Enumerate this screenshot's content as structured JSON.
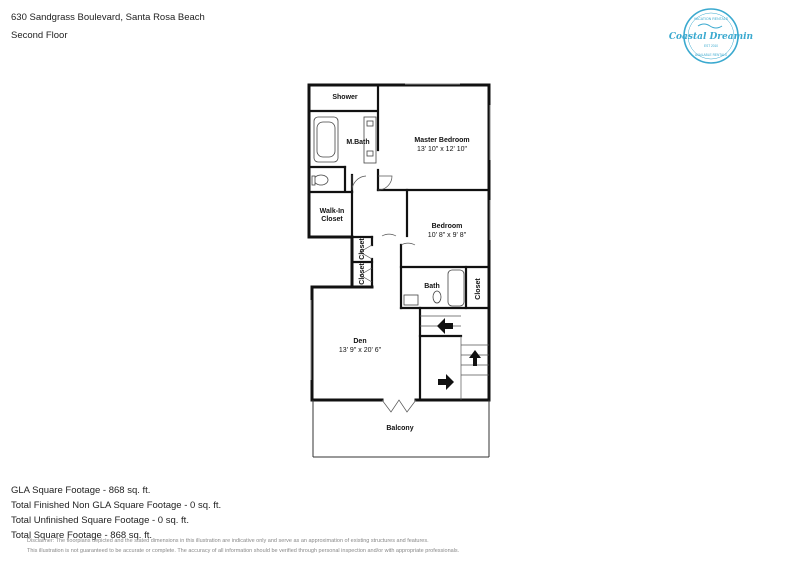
{
  "header": {
    "address": "630 Sandgrass Boulevard, Santa Rosa Beach",
    "floor": "Second Floor"
  },
  "logo": {
    "top_text": "VACATION RENTALS",
    "name": "Coastal Dreamin",
    "est": "EST 2010",
    "bottom_text": "AVAILABLE RENTALS",
    "color": "#3aa9cf"
  },
  "rooms": {
    "shower": "Shower",
    "mbath": "M.Bath",
    "master": "Master Bedroom",
    "master_dim": "13' 10\" x 12' 10\"",
    "walkin_1": "Walk-In",
    "walkin_2": "Closet",
    "bedroom": "Bedroom",
    "bedroom_dim": "10' 8\" x 9' 8\"",
    "closet_a": "Closet",
    "closet_b": "Closet",
    "closet_c": "Closet",
    "bath": "Bath",
    "den": "Den",
    "den_dim": "13' 9\" x 20' 6\"",
    "balcony": "Balcony"
  },
  "stats": {
    "gla": "GLA Square Footage - 868 sq. ft.",
    "non_gla": "Total Finished Non GLA Square Footage - 0 sq. ft.",
    "unfinished": "Total Unfinished Square Footage - 0 sq. ft.",
    "total": "Total Square Footage - 868 sq. ft."
  },
  "disclaimer": {
    "line1": "Disclaimer: The floorplans depicted and the stated dimensions in this illustration are indicative only and serve as an approximation of existing structures and features.",
    "line2": "This illustration is not guaranteed to be accurate or complete. The accuracy of all information should be verified through personal inspection and/or with appropriate professionals."
  }
}
